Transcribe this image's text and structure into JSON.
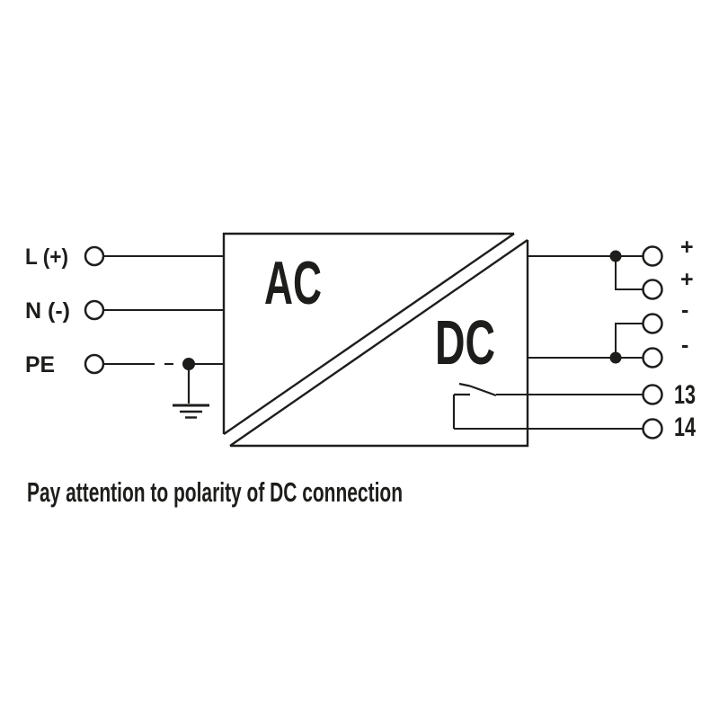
{
  "colors": {
    "ink": "#1d1d1b",
    "background": "#ffffff"
  },
  "converter": {
    "ac_label": "AC",
    "dc_label": "DC"
  },
  "inputs": [
    {
      "label": "L (+)"
    },
    {
      "label": "N (-)"
    },
    {
      "label": "PE"
    }
  ],
  "outputs": [
    {
      "label": "+"
    },
    {
      "label": "+"
    },
    {
      "label": "-"
    },
    {
      "label": "-"
    },
    {
      "label": "13"
    },
    {
      "label": "14"
    }
  ],
  "note": "Pay attention to polarity of DC connection"
}
